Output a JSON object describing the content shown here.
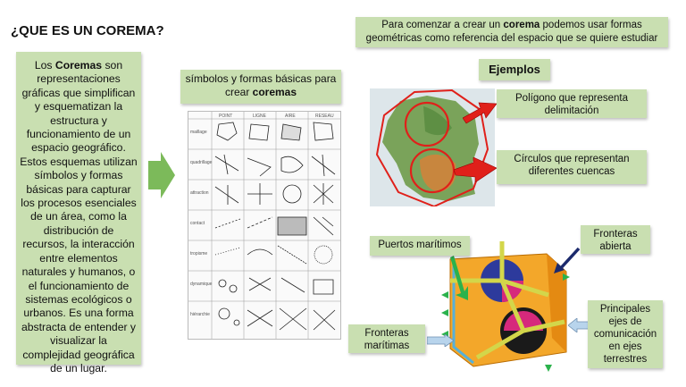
{
  "title": "¿QUE ES UN COREMA?",
  "left_panel": {
    "before": "Los ",
    "bold": "Coremas",
    "after": " son representaciones gráficas que simplifican y esquematizan la estructura y funcionamiento de un espacio geográfico. Estos esquemas utilizan símbolos y formas básicas para capturar los procesos esenciales de un área, como la distribución de recursos, la interacción entre elementos naturales y humanos, o el funcionamiento de sistemas ecológicos o urbanos. Es una forma abstracta de entender y visualizar la complejidad geográfica de un lugar."
  },
  "symbols_box": {
    "before": "símbolos y formas básicas para crear ",
    "bold": "coremas"
  },
  "top_box": {
    "before": "Para comenzar a crear un ",
    "bold": "corema",
    "after": " podemos usar formas geométricas como referencia del espacio que se quiere estudiar"
  },
  "ejemplos": "Ejemplos",
  "callouts": {
    "polygon": "Polígono que representa delimitación",
    "circles": "Círculos que representan diferentes cuencas",
    "ports": "Puertos marítimos",
    "open_borders": "Fronteras abierta",
    "maritime_borders": "Fronteras marítimas",
    "axes": "Principales ejes de comunicación en ejes terrestres"
  },
  "colors": {
    "box_green": "#c9dfb1",
    "arrow_green": "#7cba5a",
    "red": "#e0201a",
    "corema_orange": "#f3a72a",
    "corema_blue": "#2d3a9c",
    "corema_magenta": "#d6297c"
  }
}
